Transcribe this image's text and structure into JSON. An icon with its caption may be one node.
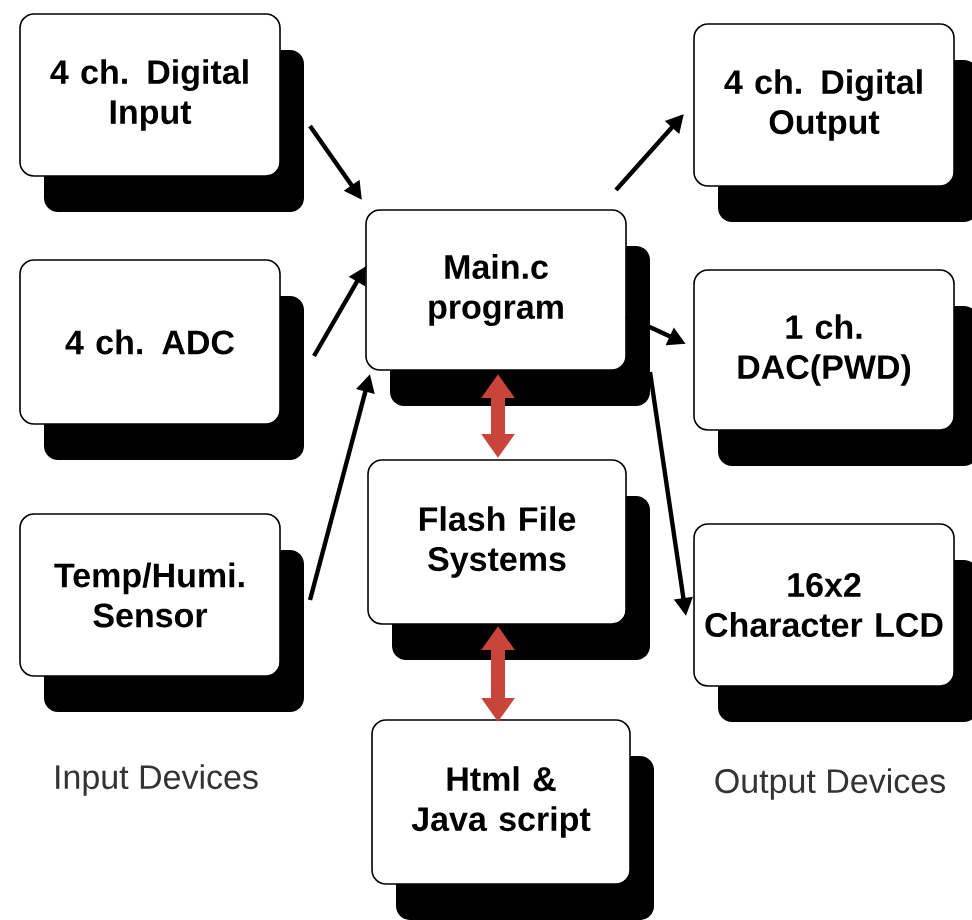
{
  "diagram": {
    "nodes": [
      {
        "text": [
          "4 ch. Digital Input"
        ]
      },
      {
        "text": [
          "4 ch. ADC"
        ]
      },
      {
        "text": [
          "Temp/Humi. Sensor"
        ]
      },
      {
        "text": [
          "Main.c program"
        ]
      },
      {
        "text": [
          "Flash File Systems"
        ]
      },
      {
        "text": [
          "Html & Java script"
        ]
      },
      {
        "text": [
          "4 ch. Digital Output"
        ]
      },
      {
        "text": [
          "1 ch. DAC(PWD)"
        ]
      },
      {
        "text": [
          "16x2 Character LCD"
        ]
      }
    ],
    "edges": [
      {
        "from": 0,
        "to": 3,
        "arrow": "to"
      },
      {
        "from": 1,
        "to": 3,
        "arrow": "to"
      },
      {
        "from": 2,
        "to": 3,
        "arrow": "to"
      },
      {
        "from": 3,
        "to": 6,
        "arrow": "to"
      },
      {
        "from": 3,
        "to": 7,
        "arrow": "to"
      },
      {
        "from": 3,
        "to": 8,
        "arrow": "to"
      },
      {
        "from": 3,
        "to": 4,
        "arrow": "both",
        "style": "thick",
        "color": "#c9453b"
      },
      {
        "from": 4,
        "to": 5,
        "arrow": "both",
        "style": "thick",
        "color": "#c9453b"
      }
    ],
    "labels": [
      "Input Devices",
      "Output Devices"
    ]
  }
}
